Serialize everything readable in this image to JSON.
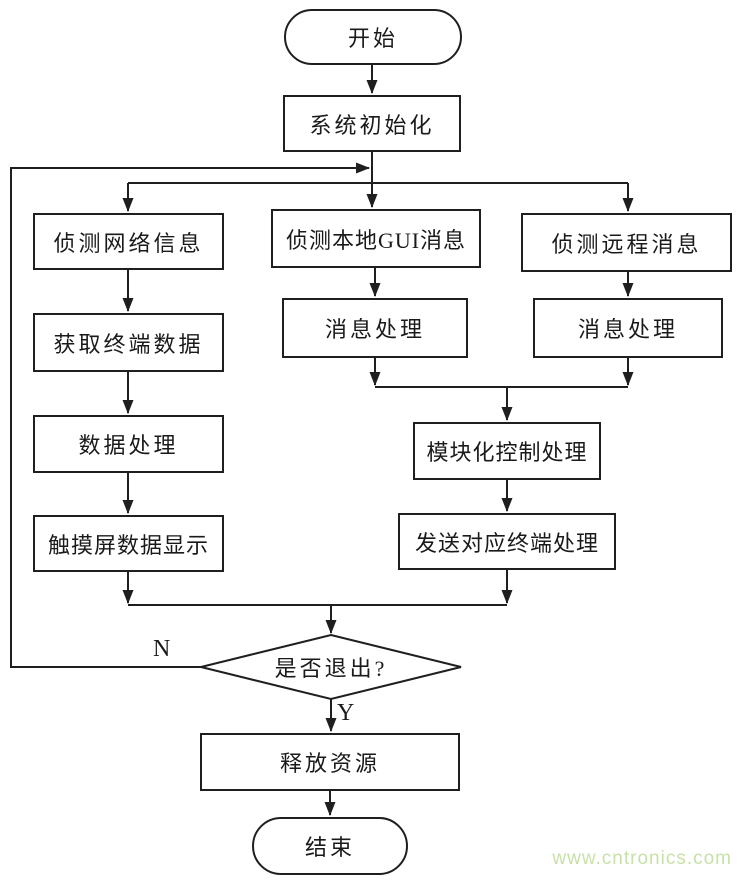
{
  "page": {
    "background_color": "#ffffff",
    "line_color": "#1f1f1f"
  },
  "flowchart": {
    "nodes": {
      "start": {
        "label": "开始",
        "shape": "terminator"
      },
      "system_init": {
        "label": "系统初始化",
        "shape": "process"
      },
      "detect_network": {
        "label": "侦测网络信息",
        "shape": "process"
      },
      "detect_local_gui": {
        "label": "侦测本地GUI消息",
        "shape": "process"
      },
      "detect_remote": {
        "label": "侦测远程消息",
        "shape": "process"
      },
      "get_terminal_data": {
        "label": "获取终端数据",
        "shape": "process"
      },
      "local_msg_process": {
        "label": "消息处理",
        "shape": "process"
      },
      "remote_msg_process": {
        "label": "消息处理",
        "shape": "process"
      },
      "data_process": {
        "label": "数据处理",
        "shape": "process"
      },
      "modular_control": {
        "label": "模块化控制处理",
        "shape": "process"
      },
      "touchscreen_display": {
        "label": "触摸屏数据显示",
        "shape": "process"
      },
      "send_terminal": {
        "label": "发送对应终端处理",
        "shape": "process"
      },
      "exit_decision": {
        "label": "是否退出?",
        "shape": "decision"
      },
      "release_resources": {
        "label": "释放资源",
        "shape": "process"
      },
      "end": {
        "label": "结束",
        "shape": "terminator"
      }
    },
    "edge_labels": {
      "no": "N",
      "yes": "Y"
    }
  },
  "watermark": {
    "text": "www.cntronics.com",
    "color": "#c7e1a9"
  }
}
